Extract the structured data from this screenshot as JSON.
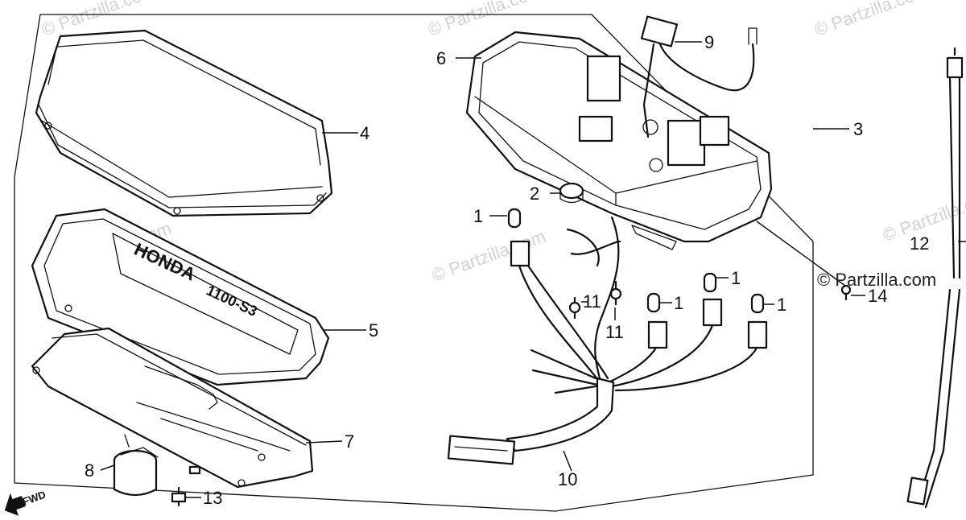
{
  "watermarks": [
    "© Partzilla.com",
    "© Partzilla.com",
    "© Partzilla.com",
    "© Partzilla.com",
    "© Partzilla.com",
    "© Partzilla.com"
  ],
  "watermark_front": "© Partzilla.com",
  "fwd_label": "FWD",
  "callouts": {
    "c1a": "1",
    "c1b": "1",
    "c1c": "1",
    "c1d": "1",
    "c2": "2",
    "c3": "3",
    "c4": "4",
    "c5": "5",
    "c6": "6",
    "c7": "7",
    "c8": "8",
    "c9": "9",
    "c10": "10",
    "c11a": "11",
    "c11b": "11",
    "c12": "12",
    "c13": "13",
    "c14": "14"
  }
}
